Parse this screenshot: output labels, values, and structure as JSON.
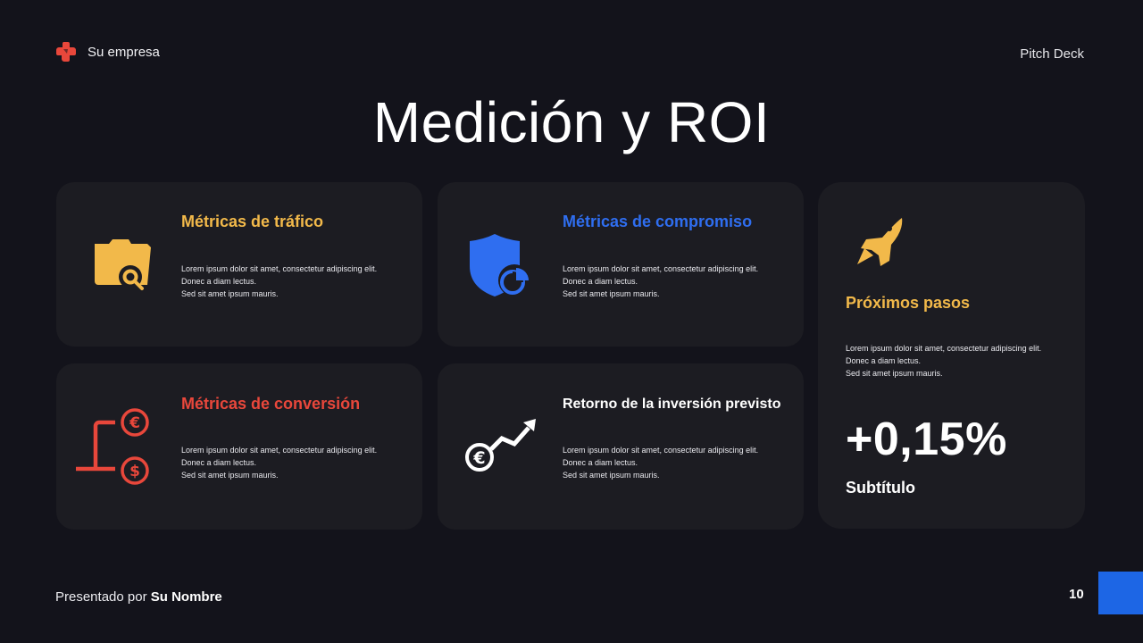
{
  "header": {
    "brand_name": "Su empresa",
    "brand_logo_icon": "puzzle-cross-icon",
    "deck_label": "Pitch Deck"
  },
  "page": {
    "title": "Medición y ROI"
  },
  "cards": [
    {
      "title": "Métricas de tráfico",
      "title_color": "#f2b94a",
      "icon": "folder-search-icon",
      "lines": [
        "Lorem ipsum dolor sit amet, consectetur adipiscing elit.",
        "Donec a diam lectus.",
        "Sed sit amet ipsum mauris."
      ]
    },
    {
      "title": "Métricas de compromiso",
      "title_color": "#2f6ef0",
      "icon": "shield-chart-icon",
      "lines": [
        "Lorem ipsum dolor sit amet, consectetur adipiscing elit.",
        "Donec a diam lectus.",
        "Sed sit amet ipsum mauris."
      ]
    },
    {
      "title": "Métricas de conversión",
      "title_color": "#e8473b",
      "icon": "currency-exchange-icon",
      "lines": [
        "Lorem ipsum dolor sit amet, consectetur adipiscing elit.",
        "Donec a diam lectus.",
        "Sed sit amet ipsum mauris."
      ]
    },
    {
      "title": "Retorno de la inversión previsto",
      "title_color": "#ffffff",
      "icon": "euro-growth-icon",
      "lines": [
        "Lorem ipsum dolor sit amet, consectetur adipiscing elit.",
        "Donec a diam lectus.",
        "Sed sit amet ipsum mauris."
      ]
    }
  ],
  "side_card": {
    "icon": "rocket-icon",
    "title": "Próximos pasos",
    "title_color": "#f2b94a",
    "lines": [
      "Lorem ipsum dolor sit amet, consectetur adipiscing elit.",
      "Donec a diam lectus.",
      "Sed sit amet ipsum mauris."
    ],
    "stat_value": "+0,15%",
    "stat_subtitle": "Subtítulo"
  },
  "footer": {
    "presented_prefix": "Presentado por",
    "presenter_name": "Su Nombre",
    "page_number": "10"
  },
  "colors": {
    "background": "#13131b",
    "card": "#1c1c22",
    "yellow": "#f2b94a",
    "blue": "#2f6ef0",
    "red": "#e8473b",
    "accent_block": "#1d66e5"
  }
}
